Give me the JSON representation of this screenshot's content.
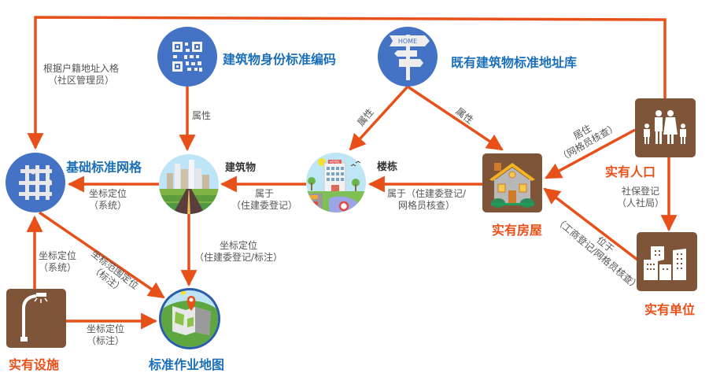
{
  "colors": {
    "arrow": "#e8501a",
    "circle_blue": "#4472c4",
    "box_brown": "#7f5539",
    "title_blue": "#1a6fb8",
    "title_orange": "#e8501a",
    "label_gray": "#555555"
  },
  "nodes": {
    "building_id_code": {
      "title": "建筑物身份标准编码",
      "icon": "qr-code-icon"
    },
    "address_library": {
      "title": "既有建筑物标准地址库",
      "icon": "home-signpost-icon",
      "sign_text": "HOME"
    },
    "base_grid": {
      "title": "基础标准网格",
      "icon": "grid-icon"
    },
    "building": {
      "title": "建筑物",
      "icon": "city-road-icon"
    },
    "floor_building": {
      "title": "楼栋",
      "icon": "hotel-icon",
      "sign_text": "HOTEL"
    },
    "actual_house": {
      "title": "实有房屋",
      "icon": "house-icon"
    },
    "actual_population": {
      "title": "实有人口",
      "icon": "family-icon"
    },
    "actual_unit": {
      "title": "实有单位",
      "icon": "office-buildings-icon"
    },
    "actual_facility": {
      "title": "实有设施",
      "icon": "street-light-icon"
    },
    "work_map": {
      "title": "标准作业地图",
      "icon": "map-pin-icon"
    }
  },
  "edges": {
    "population_to_grid": {
      "line1": "根据户籍地址入格",
      "line2": "（社区管理员）"
    },
    "code_to_building": {
      "line1": "属性"
    },
    "address_to_floor": {
      "line1": "属性"
    },
    "address_to_house": {
      "line1": "属性"
    },
    "population_to_house": {
      "line1": "居住",
      "line2": "（网格员核查）"
    },
    "population_to_unit": {
      "line1": "社保登记",
      "line2": "（人社局）"
    },
    "house_to_floor": {
      "line1": "属于（住建委登记/",
      "line2": "网格员核查）"
    },
    "floor_to_building": {
      "line1": "属于",
      "line2": "（住建委登记）"
    },
    "building_to_grid": {
      "line1": "坐标定位",
      "line2": "（系统）"
    },
    "building_to_map": {
      "line1": "坐标定位",
      "line2": "（住建委登记/标注）"
    },
    "unit_to_house": {
      "line1": "位于",
      "line2": "（工商登记/网格员核查）"
    },
    "facility_to_grid": {
      "line1": "坐标定位",
      "line2": "（系统）"
    },
    "grid_to_map": {
      "line1": "坐标范围定位",
      "line2": "（标注）"
    },
    "facility_to_map": {
      "line1": "坐标定位",
      "line2": "（标注）"
    }
  }
}
